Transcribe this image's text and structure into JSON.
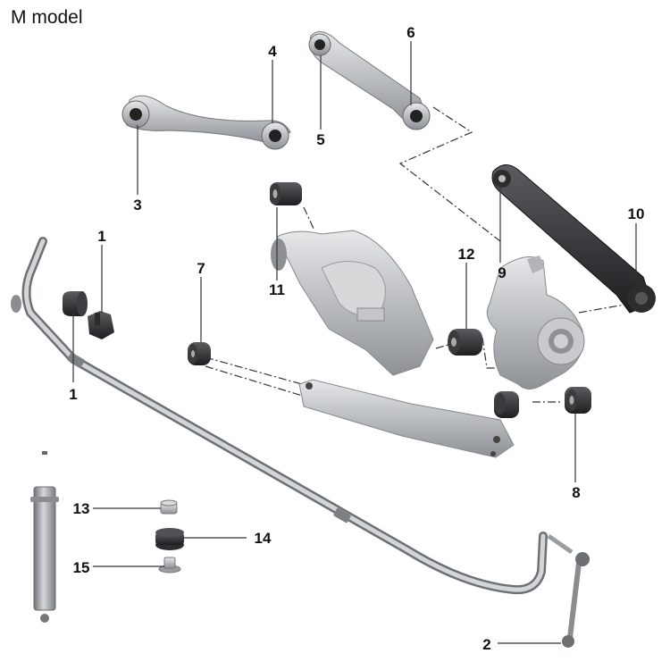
{
  "diagram": {
    "title": "M model",
    "callouts": [
      "1",
      "1",
      "2",
      "3",
      "4",
      "5",
      "6",
      "7",
      "8",
      "9",
      "10",
      "11",
      "12",
      "13",
      "14",
      "15"
    ]
  }
}
